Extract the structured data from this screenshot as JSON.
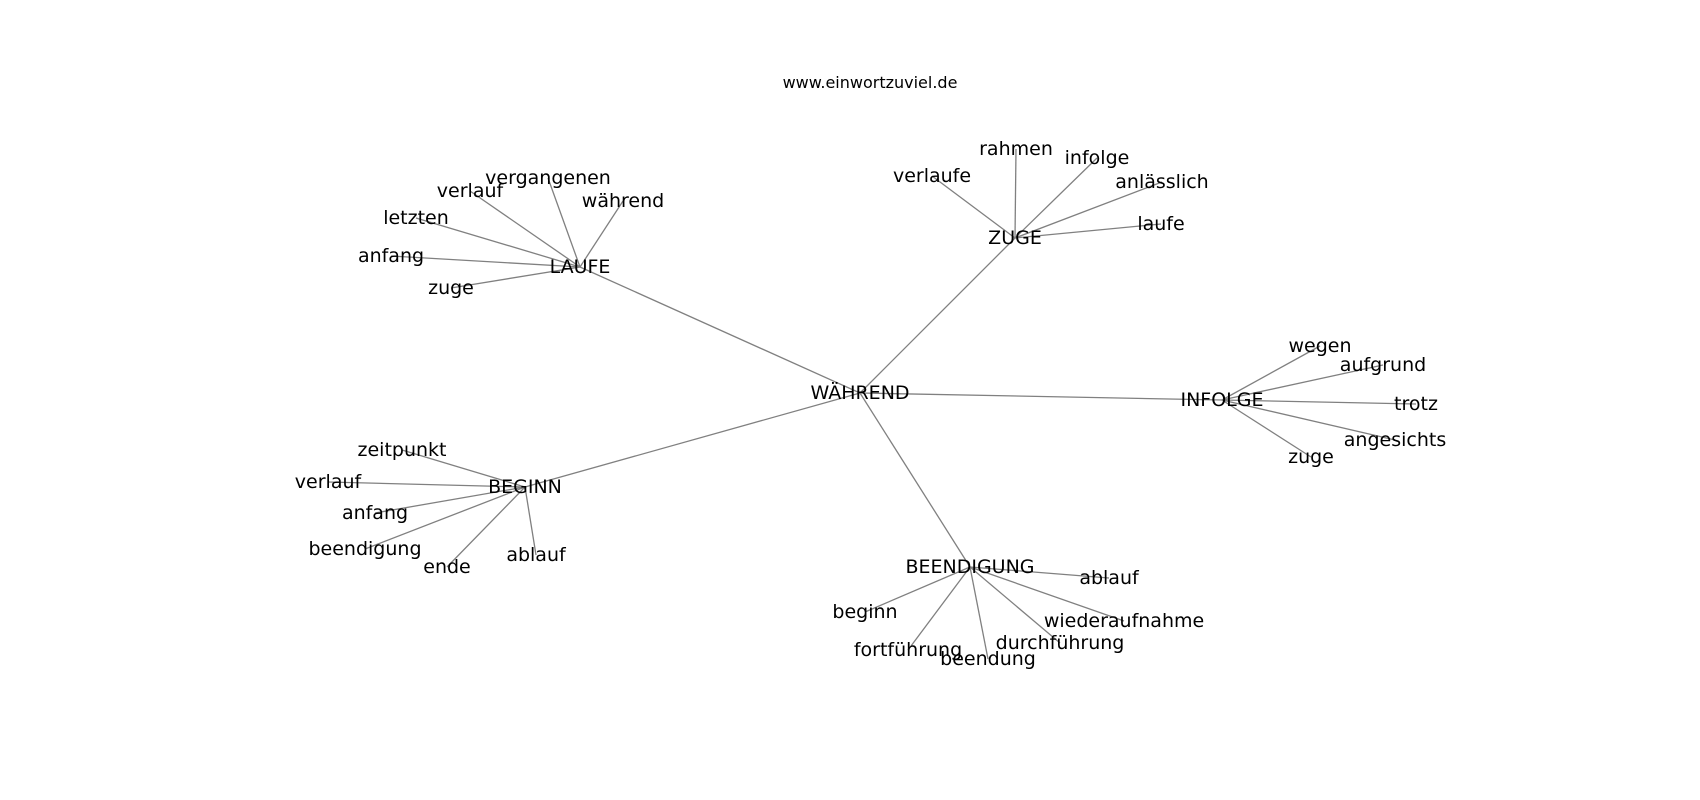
{
  "title": "www.einwortzuviel.de",
  "graph": {
    "root": "WÄHREND",
    "hubs": [
      {
        "label": "LAUFE",
        "children": [
          "vergangenen",
          "während",
          "verlauf",
          "letzten",
          "anfang",
          "zuge"
        ]
      },
      {
        "label": "ZUGE",
        "children": [
          "rahmen",
          "infolge",
          "verlaufe",
          "anlässlich",
          "laufe"
        ]
      },
      {
        "label": "INFOLGE",
        "children": [
          "wegen",
          "aufgrund",
          "trotz",
          "angesichts",
          "zuge"
        ]
      },
      {
        "label": "BEENDIGUNG",
        "children": [
          "ablauf",
          "beginn",
          "wiederaufnahme",
          "durchführung",
          "fortführung",
          "beendung"
        ]
      },
      {
        "label": "BEGINN",
        "children": [
          "zeitpunkt",
          "verlauf",
          "anfang",
          "beendigung",
          "ende",
          "ablauf"
        ]
      }
    ]
  }
}
